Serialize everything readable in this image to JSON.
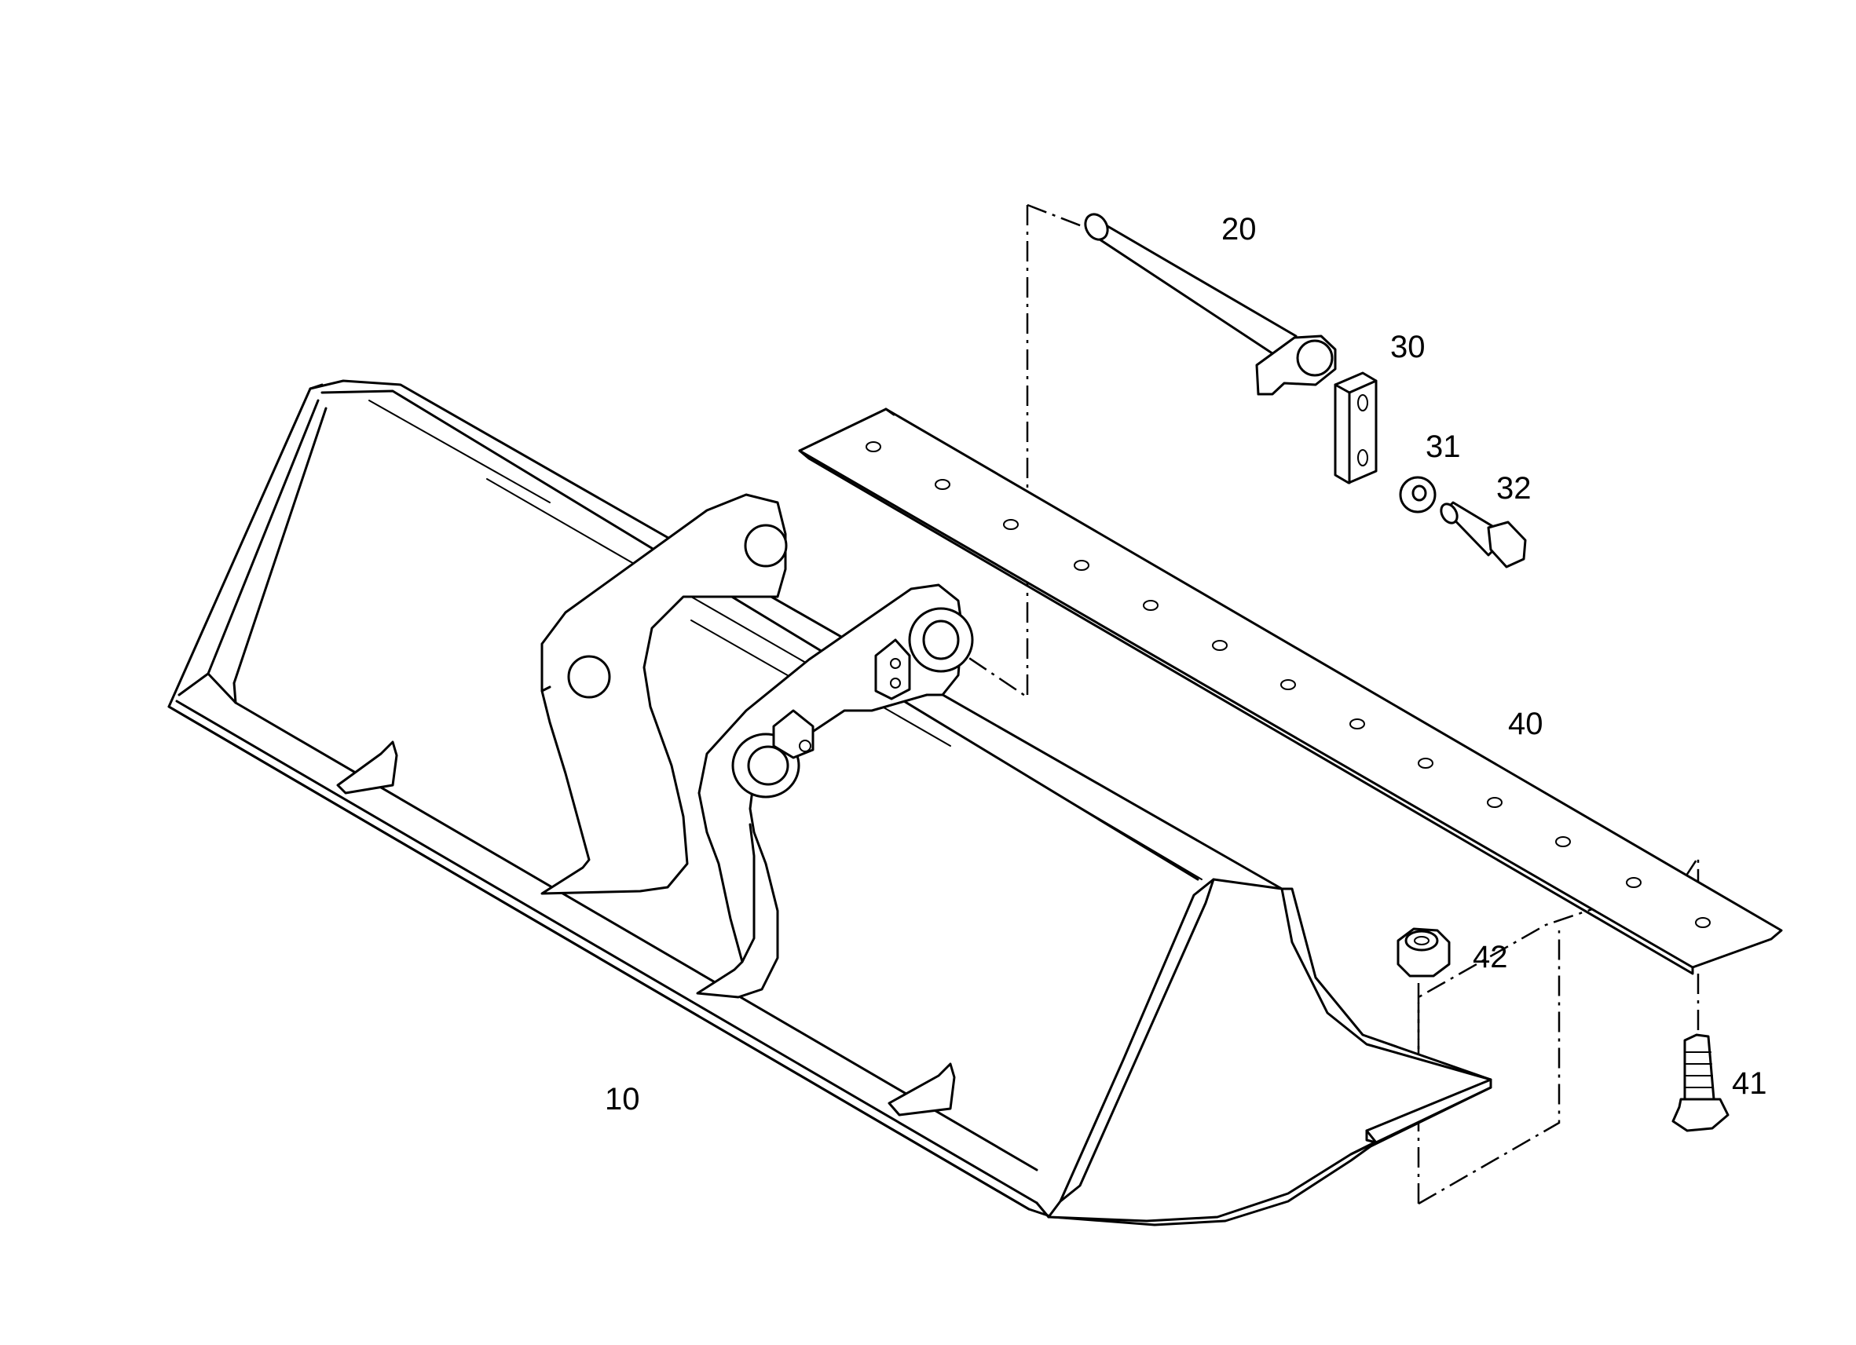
{
  "diagram": {
    "callouts": [
      {
        "id": "10",
        "label": "10",
        "part": "bucket"
      },
      {
        "id": "20",
        "label": "20",
        "part": "pin"
      },
      {
        "id": "30",
        "label": "30",
        "part": "retaining-plate"
      },
      {
        "id": "31",
        "label": "31",
        "part": "washer"
      },
      {
        "id": "32",
        "label": "32",
        "part": "hex-bolt"
      },
      {
        "id": "40",
        "label": "40",
        "part": "cutting-edge"
      },
      {
        "id": "41",
        "label": "41",
        "part": "countersunk-bolt"
      },
      {
        "id": "42",
        "label": "42",
        "part": "lock-nut"
      }
    ]
  }
}
